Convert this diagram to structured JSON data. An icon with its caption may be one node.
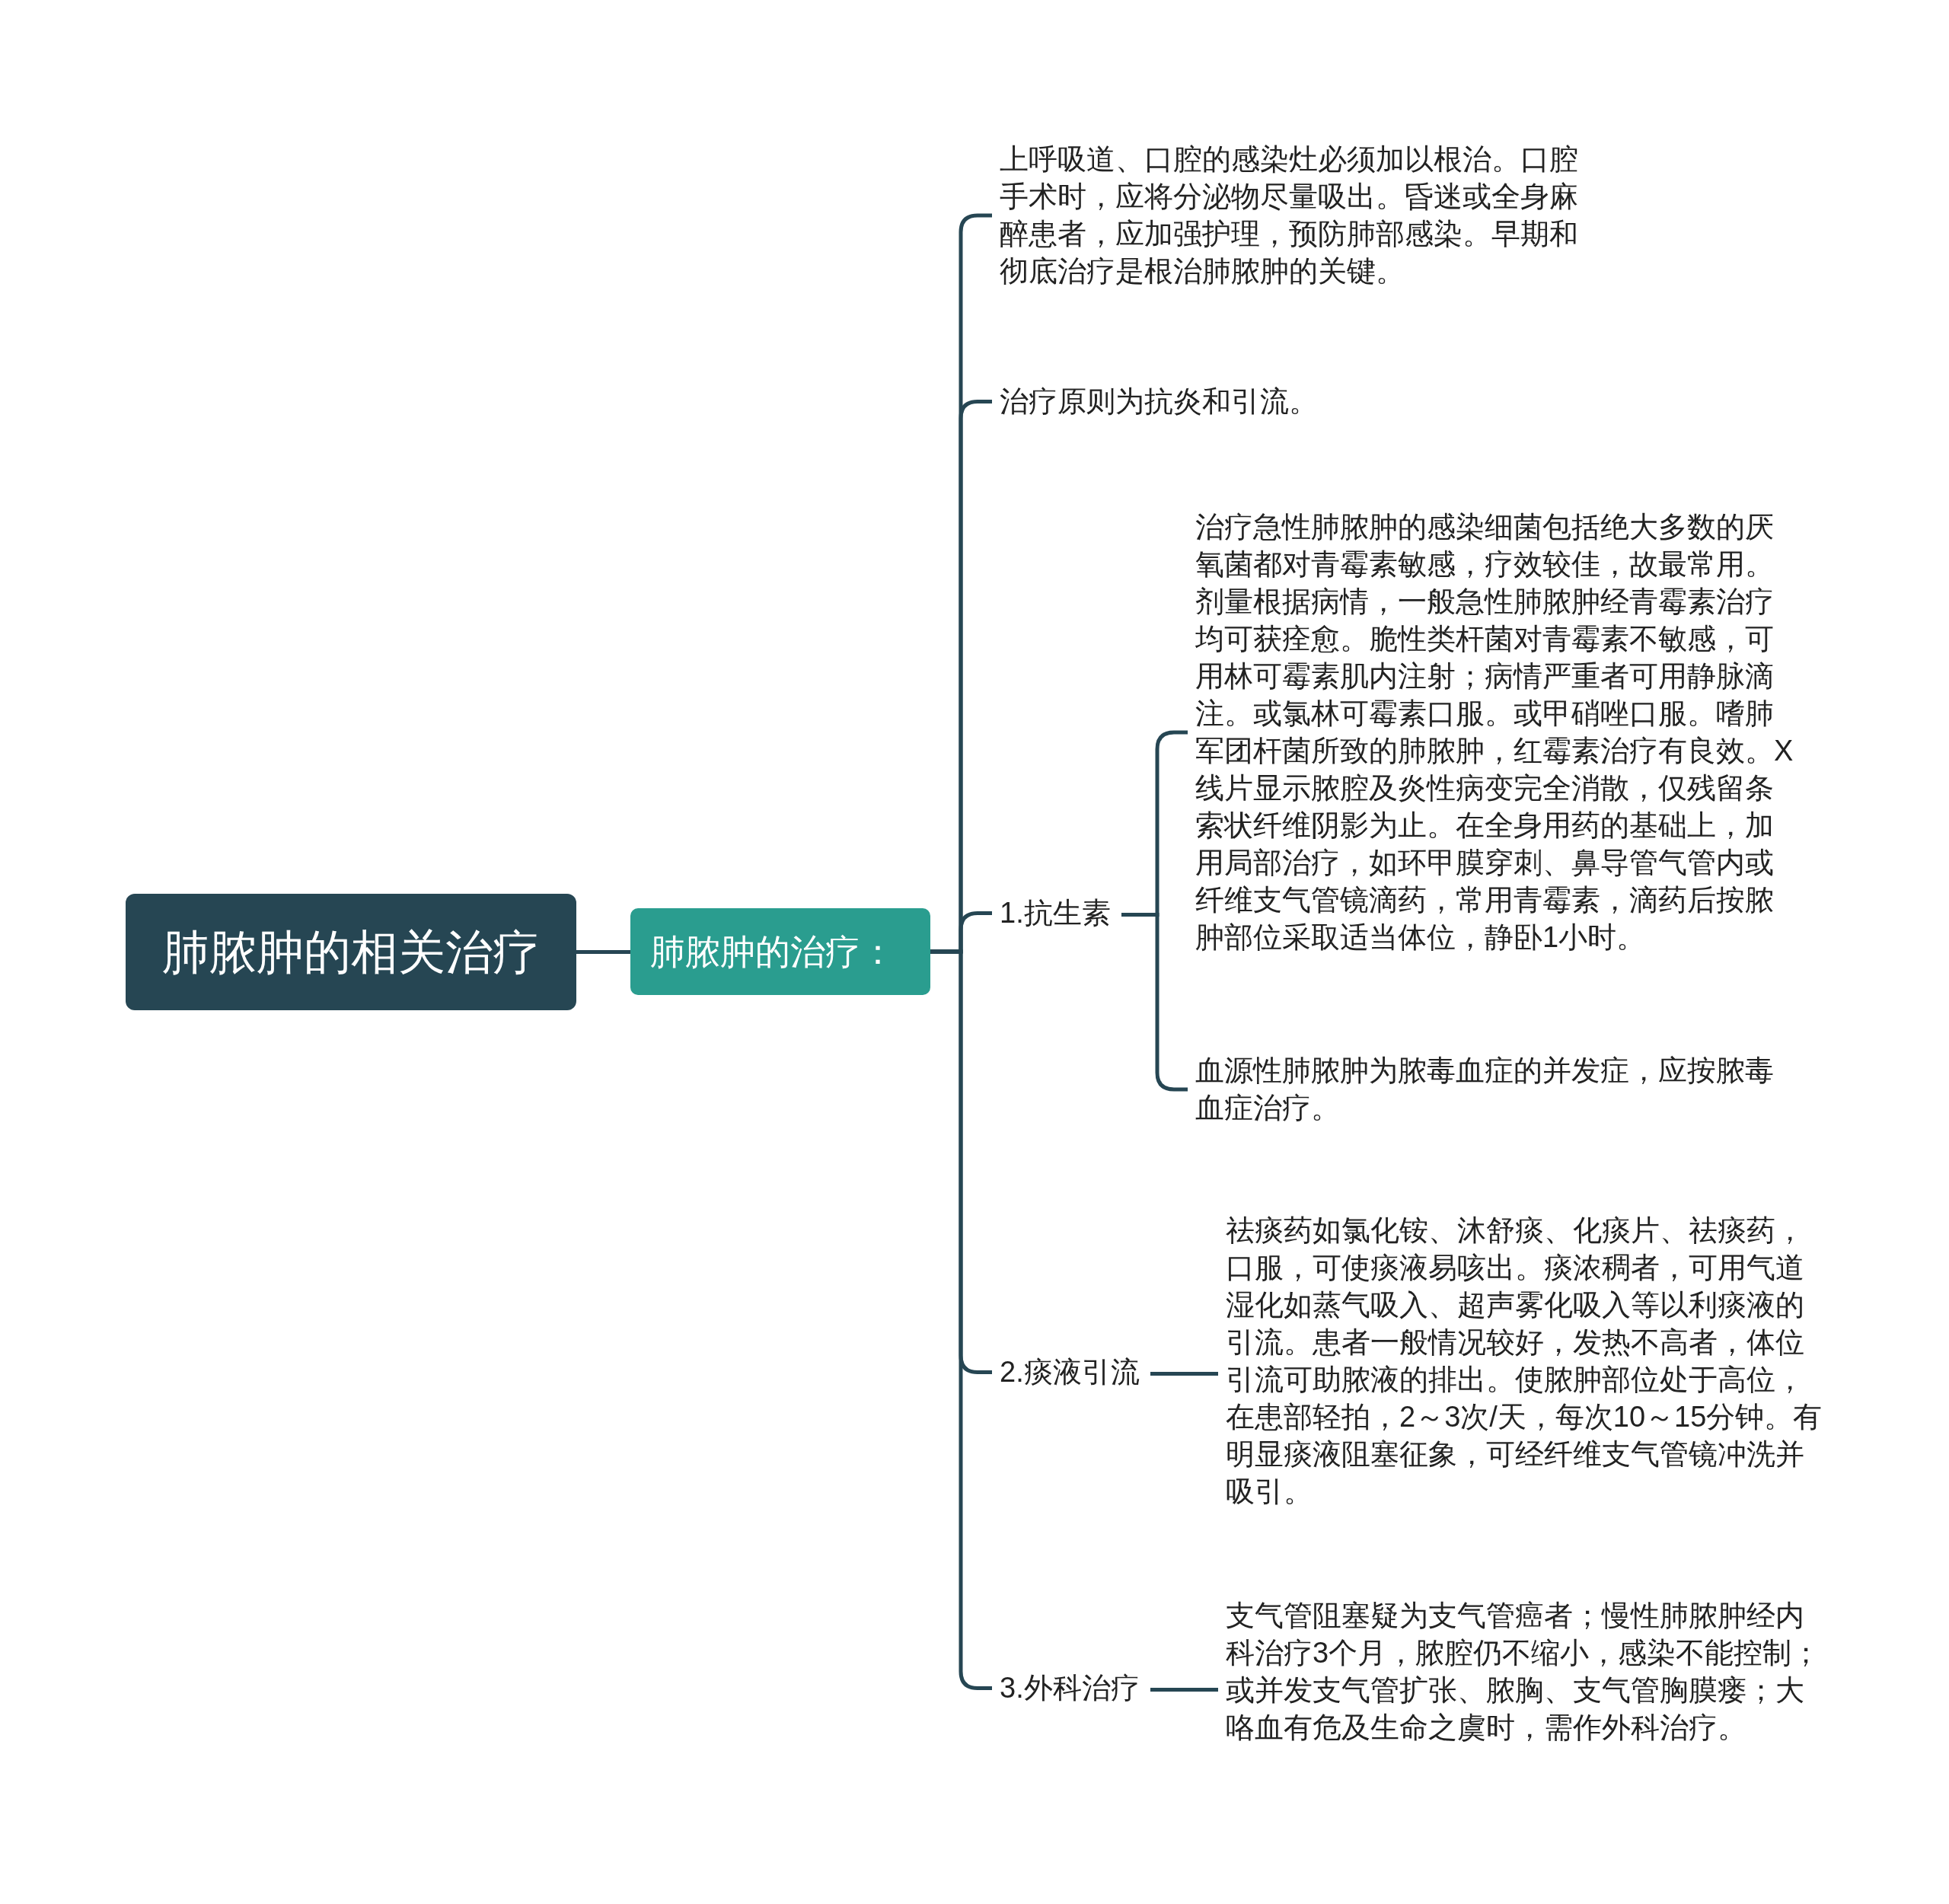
{
  "diagram": {
    "nodes": [
      {
        "text": [
          "肺脓肿的相关治疗"
        ]
      },
      {
        "text": [
          "肺脓肿的治疗："
        ]
      },
      {
        "text": [
          "上呼吸道、口腔的感染灶必须加以根治。口腔手术时，应将分泌物尽量吸出。昏迷或全身麻醉患者，应加强护理，预防肺部感染。早期和彻底治疗是根治肺脓肿的关键。"
        ]
      },
      {
        "text": [
          "治疗原则为抗炎和引流。"
        ]
      },
      {
        "text": [
          "1.抗生素"
        ]
      },
      {
        "text": [
          "治疗急性肺脓肿的感染细菌包括绝大多数的厌氧菌都对青霉素敏感，疗效较佳，故最常用。剂量根据病情，一般急性肺脓肿经青霉素治疗均可获痊愈。脆性类杆菌对青霉素不敏感，可用林可霉素肌内注射；病情严重者可用静脉滴注。或氯林可霉素口服。或甲硝唑口服。嗜肺军团杆菌所致的肺脓肿，红霉素治疗有良效。X线片显示脓腔及炎性病变完全消散，仅残留条索状纤维阴影为止。在全身用药的基础上，加用局部治疗，如环甲膜穿刺、鼻导管气管内或纤维支气管镜滴药，常用青霉素，滴药后按脓肿部位采取适当体位，静卧1小时。"
        ]
      },
      {
        "text": [
          "血源性肺脓肿为脓毒血症的并发症，应按脓毒血症治疗。"
        ]
      },
      {
        "text": [
          "2.痰液引流"
        ]
      },
      {
        "text": [
          "祛痰药如氯化铵、沐舒痰、化痰片、祛痰药，口服，可使痰液易咳出。痰浓稠者，可用气道湿化如蒸气吸入、超声雾化吸入等以利痰液的引流。患者一般情况较好，发热不高者，体位引流可助脓液的排出。使脓肿部位处于高位，在患部轻拍，2～3次/天，每次10～15分钟。有明显痰液阻塞征象，可经纤维支气管镜冲洗并吸引。"
        ]
      },
      {
        "text": [
          "3.外科治疗"
        ]
      },
      {
        "text": [
          "支气管阻塞疑为支气管癌者；慢性肺脓肿经内科治疗3个月，脓腔仍不缩小，感染不能控制；或并发支气管扩张、脓胸、支气管胸膜瘘；大咯血有危及生命之虞时，需作外科治疗。"
        ]
      }
    ],
    "edges": [
      {
        "from": 0,
        "to": 1,
        "arrow": "none"
      },
      {
        "from": 1,
        "to": 2,
        "arrow": "none"
      },
      {
        "from": 1,
        "to": 3,
        "arrow": "none"
      },
      {
        "from": 1,
        "to": 4,
        "arrow": "none"
      },
      {
        "from": 4,
        "to": 5,
        "arrow": "none"
      },
      {
        "from": 4,
        "to": 6,
        "arrow": "none"
      },
      {
        "from": 1,
        "to": 7,
        "arrow": "none"
      },
      {
        "from": 7,
        "to": 8,
        "arrow": "none"
      },
      {
        "from": 1,
        "to": 9,
        "arrow": "none"
      },
      {
        "from": 9,
        "to": 10,
        "arrow": "none"
      }
    ]
  }
}
